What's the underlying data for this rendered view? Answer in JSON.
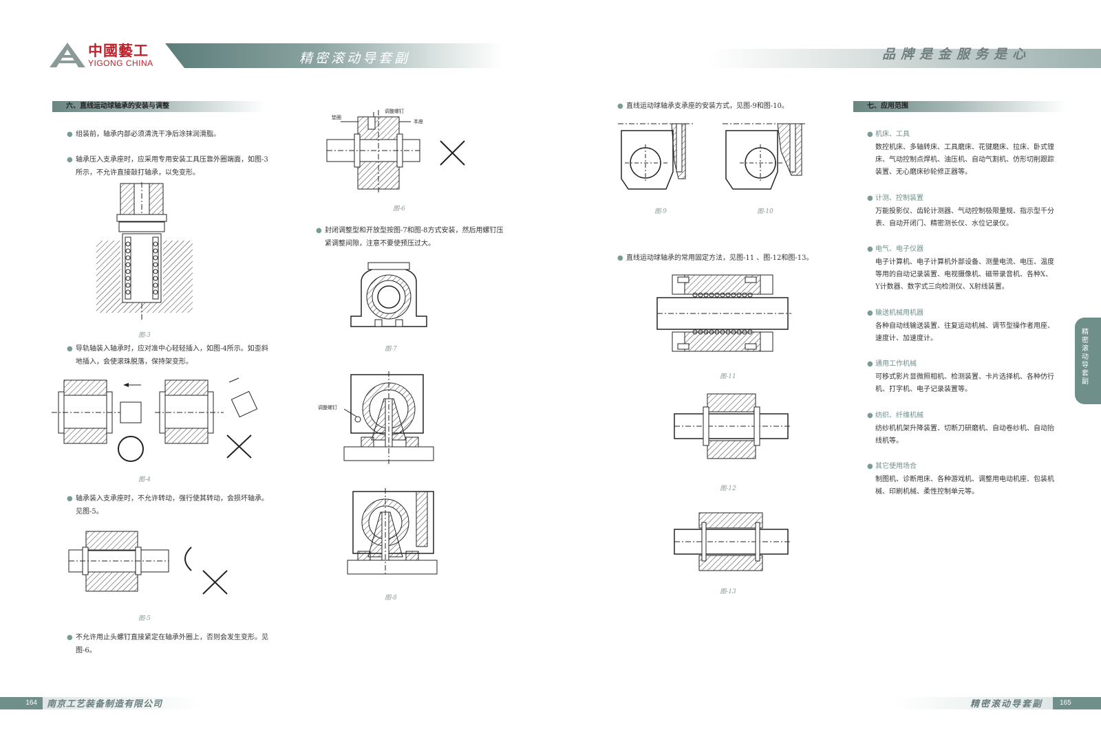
{
  "header": {
    "logo_cn": "中國藝工",
    "logo_en": "YIGONG CHINA",
    "title": "精密滚动导套副",
    "slogan": "品牌是金服务是心"
  },
  "left": {
    "section_title": "六、直线运动球轴承的安装与调整",
    "p1": "组装前，轴承内部必须清洗干净后涂抹润滑脂。",
    "p2": "轴承压入支承座时，应采用专用安装工具压靠外圈端面，如图-3所示，不允许直接敲打轴承，以免变形。",
    "p3": "导轨轴装入轴承时，应对准中心轻轻插入，如图-4所示。如歪斜地插入，会使滚珠脱落，保持架变形。",
    "p4": "轴承装入支承座时，不允许转动，强行使其转动，会损坏轴承。见图-5。",
    "p5": "不允许用止头螺钉直接紧定在轴承外圈上，否则会发生变形。见图-6。",
    "fig3": "图-3",
    "fig4": "图-4",
    "fig5": "图-5"
  },
  "middle": {
    "fig6": "图-6",
    "fig6_labels": [
      "调整螺钉",
      "垫圈",
      "本座"
    ],
    "p1": "封闭调整型和开放型按图-7和图-8方式安装，然后用螺钉压紧调整间隙，注意不要使预压过大。",
    "fig7": "图-7",
    "fig8_label": "调整螺钉",
    "fig8": "图-8"
  },
  "right": {
    "p1": "直线运动球轴承支承座的安装方式，见图-9和图-10。",
    "fig9": "图-9",
    "fig10": "图-10",
    "p2": "直线运动球轴承的常用固定方法，见图-11 、图-12和图-13。",
    "fig11": "图-11",
    "fig12": "图-12",
    "fig13": "图-13"
  },
  "apps": {
    "section_title": "七、应用范围",
    "items": [
      {
        "head": "机床、工具",
        "body": "数控机床、多轴转床、工具磨床、花键磨床、拉床、卧式镗床、气动控制点焊机、油压机、自动气割机、仿形切削跟踪装置、无心磨床砂轮修正器等。"
      },
      {
        "head": "计测、控制装置",
        "body": "万能投影仪、齿轮计测器、气动控制极限量规、指示型千分表、自动开闭门、精密测长仪、水位记录仪。"
      },
      {
        "head": "电气、电子仪器",
        "body": "电子计算机、电子计算机外部设备、测量电流、电压、温度等用的自动记录装置、电视摄像机、磁带录音机、各种X、Y计数器、数字式三向检测仪、X射线装置。"
      },
      {
        "head": "输送机械用机器",
        "body": "各种自动线输送装置、往复运动机械、调节型操作者用座、速度计、加速度计。"
      },
      {
        "head": "通用工作机械",
        "body": "可移式影片显微照相机、检测装置、卡片选择机、各种仿行机、打字机、电子记录装置等。"
      },
      {
        "head": "纺织、纤维机械",
        "body": "纺纱机机架升降装置、切断刀研磨机、自动卷纱机、自动抬线机等。"
      },
      {
        "head": "其它使用场合",
        "body": "制图机、诊断用床、各种游戏机、调整用电动机座、包装机械、印刷机械、柔性控制单元等。"
      }
    ]
  },
  "side_tab": "精密滚动导套副",
  "footer": {
    "left_page": "164",
    "company": "南京工艺装备制造有限公司",
    "product": "精密滚动导套副",
    "right_page": "165"
  }
}
